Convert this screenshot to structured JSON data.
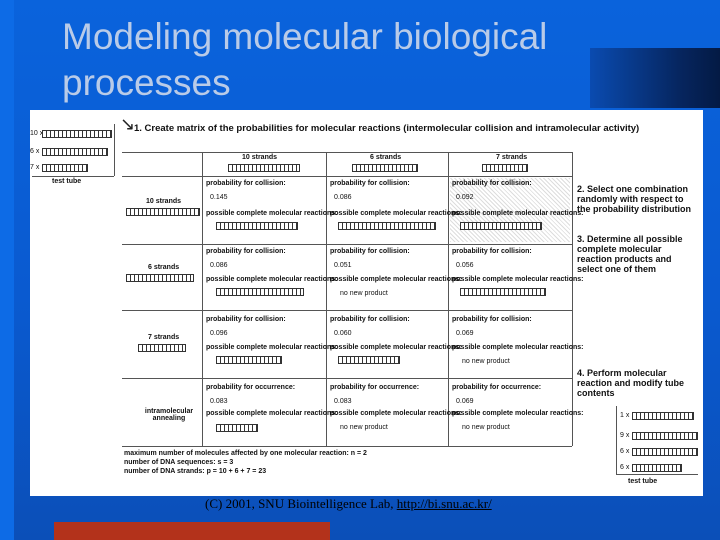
{
  "slide": {
    "title": "Modeling molecular biological processes",
    "footer_prefix": "(C) 2001, SNU Biointelligence Lab, ",
    "footer_link": "http://bi.snu.ac.kr/"
  },
  "figure": {
    "step1": "1. Create matrix of the probabilities for molecular reactions (intermolecular collision and intramolecular activity)",
    "step2": "2. Select one combination randomly with respect to the probability distribution",
    "step3": "3. Determine all possible complete molecular reaction products and select one of them",
    "step4": "4. Perform molecular reaction and modify tube contents",
    "test_tube_left": "test tube",
    "test_tube_right": "test tube",
    "col_headers": [
      "10 strands",
      "6 strands",
      "7 strands"
    ],
    "row_labels": [
      "10 strands",
      "6 strands",
      "7 strands",
      "intramolecular annealing"
    ],
    "counts_left": [
      "10 x",
      "6 x",
      "7 x"
    ],
    "counts_right": [
      "1 x",
      "9 x",
      "6 x",
      "6 x"
    ],
    "prob_collision": "probability for collision:",
    "prob_occurrence": "probability for occurrence:",
    "possible_products": "possible complete molecular reactions:",
    "no_new_product": "no new product",
    "val_r1": [
      "0.145",
      "0.086",
      "0.092"
    ],
    "val_r2": [
      "0.086",
      "0.051",
      "0.056"
    ],
    "val_r3": [
      "0.096",
      "0.060",
      "0.069"
    ],
    "val_r4": [
      "0.083",
      "0.083",
      "0.069"
    ],
    "footnote1": "maximum number of molecules affected by one molecular reaction: n = 2",
    "footnote2": "number of DNA sequences: s = 3",
    "footnote3": "number of DNA strands: p = 10 + 6 + 7 = 23"
  }
}
